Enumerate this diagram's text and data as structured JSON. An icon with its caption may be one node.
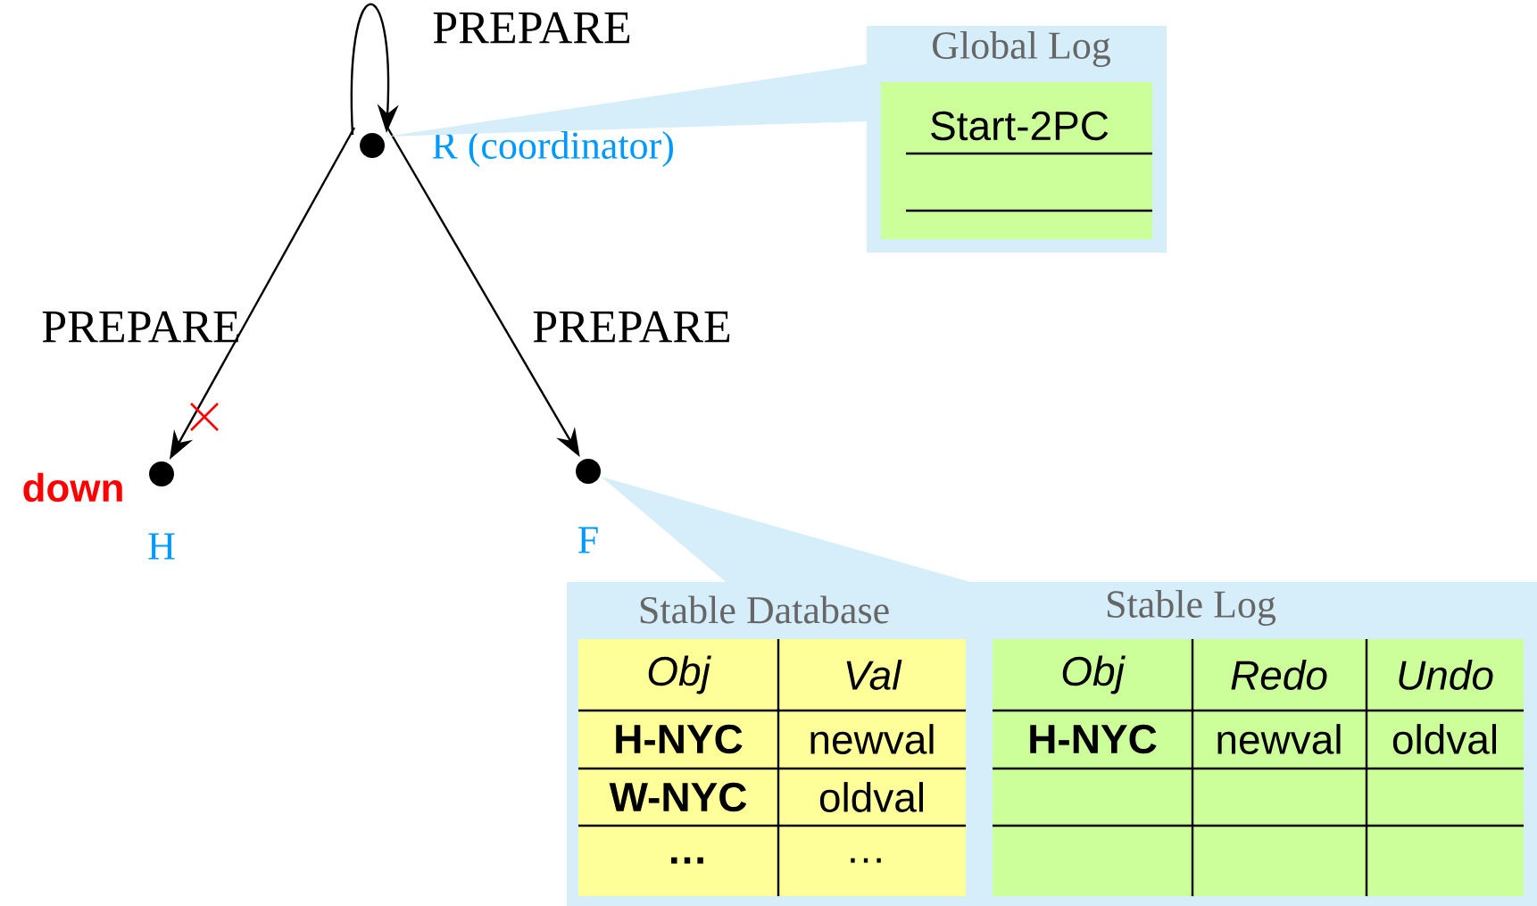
{
  "diagram": {
    "nodes": [
      {
        "text": [],
        "shape": "circle",
        "beside": [
          "R (coordinator)"
        ]
      },
      {
        "text": [],
        "shape": "circle",
        "beside": [
          "down",
          "H"
        ]
      },
      {
        "text": [],
        "shape": "circle",
        "beside": [
          "F"
        ]
      },
      {
        "text": [
          "Global Log"
        ]
      },
      {
        "text": [
          "Start-2PC"
        ],
        "in": 3
      },
      {
        "text": [
          "Stable Database",
          "Stable Log"
        ]
      },
      {
        "text": [
          "Obj",
          "Val",
          "H-NYC",
          "newval",
          "W-NYC",
          "oldval",
          "…",
          "…"
        ],
        "in": 5
      },
      {
        "text": [
          "Obj",
          "Redo",
          "Undo",
          "H-NYC",
          "newval",
          "oldval"
        ],
        "in": 5
      }
    ],
    "edges": [
      {
        "from": 0,
        "to": 0,
        "arrow": "to",
        "label": "PREPARE"
      },
      {
        "from": 0,
        "to": 1,
        "arrow": "to",
        "label": "PREPARE"
      },
      {
        "from": 0,
        "to": 2,
        "arrow": "to",
        "label": "PREPARE"
      },
      {
        "from": 0,
        "to": 3,
        "arrow": "none"
      },
      {
        "from": 2,
        "to": 5,
        "arrow": "none"
      }
    ]
  }
}
